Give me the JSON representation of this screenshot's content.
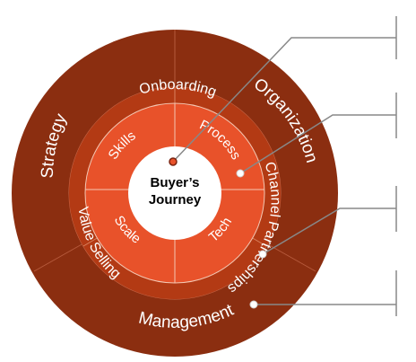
{
  "center": {
    "line1": "Buyer’s",
    "line2": "Journey"
  },
  "inner_ring": {
    "skills": "Skills",
    "process": "Process",
    "scale": "Scale",
    "tech": "Tech"
  },
  "middle_ring": {
    "onboarding": "Onboarding",
    "channel": "Channel Partnerships",
    "value_selling": "Value Selling"
  },
  "outer_ring": {
    "strategy": "Strategy",
    "organization": "Organization",
    "management": "Management"
  },
  "colors": {
    "outer": "#8b2e10",
    "middle": "#b33a14",
    "inner": "#e8522a",
    "center": "#ffffff",
    "leader": "#888888"
  }
}
